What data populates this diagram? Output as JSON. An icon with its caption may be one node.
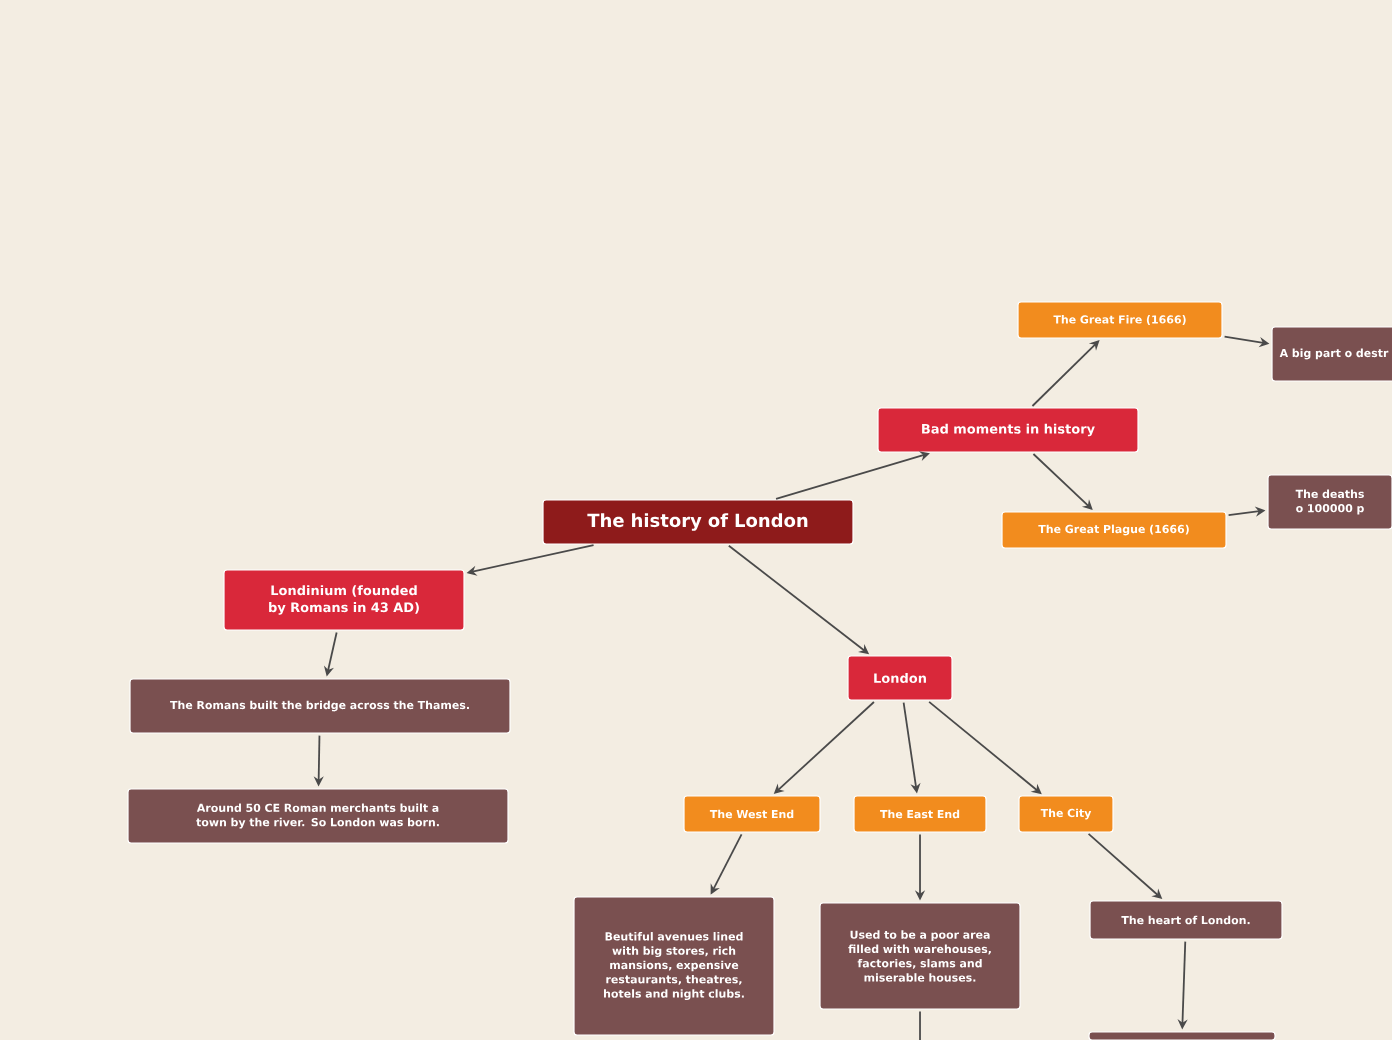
{
  "diagram": {
    "nodes": [
      {
        "text": [
          "The history of London"
        ]
      },
      {
        "text": [
          "Bad moments in history"
        ]
      },
      {
        "text": [
          "The Great Fire (1666)"
        ]
      },
      {
        "text": [
          "A big part o destr"
        ]
      },
      {
        "text": [
          "The Great Plague (1666)"
        ]
      },
      {
        "text": [
          "The deaths o 100000 p"
        ]
      },
      {
        "text": [
          "Londinium (founded by Romans in 43 AD)"
        ]
      },
      {
        "text": [
          "The Romans built the bridge across the Thames."
        ]
      },
      {
        "text": [
          "Around 50 CE Roman merchants built a town by the river. So London was born."
        ]
      },
      {
        "text": [
          "London"
        ]
      },
      {
        "text": [
          "The West End"
        ]
      },
      {
        "text": [
          "The East End"
        ]
      },
      {
        "text": [
          "The City"
        ]
      },
      {
        "text": [
          "Beutiful avenues lined with big stores, rich mansions, expensive restaurants, theatres, hotels and night clubs."
        ]
      },
      {
        "text": [
          "Used to be a poor area filled with warehouses, factories, slams and miserable houses."
        ]
      },
      {
        "text": [
          "The heart of London."
        ]
      },
      {
        "text": [],
        "shape": "box"
      }
    ],
    "edges": [
      {
        "from": 0,
        "to": 1,
        "arrow": "to"
      },
      {
        "from": 1,
        "to": 2,
        "arrow": "to"
      },
      {
        "from": 2,
        "to": 3,
        "arrow": "to"
      },
      {
        "from": 1,
        "to": 4,
        "arrow": "to"
      },
      {
        "from": 4,
        "to": 5,
        "arrow": "to"
      },
      {
        "from": 0,
        "to": 6,
        "arrow": "to"
      },
      {
        "from": 6,
        "to": 7,
        "arrow": "to"
      },
      {
        "from": 7,
        "to": 8,
        "arrow": "to"
      },
      {
        "from": 0,
        "to": 9,
        "arrow": "to"
      },
      {
        "from": 9,
        "to": 10,
        "arrow": "to"
      },
      {
        "from": 9,
        "to": 11,
        "arrow": "to"
      },
      {
        "from": 9,
        "to": 12,
        "arrow": "to"
      },
      {
        "from": 10,
        "to": 13,
        "arrow": "to"
      },
      {
        "from": 11,
        "to": 14,
        "arrow": "to"
      },
      {
        "from": 12,
        "to": 15,
        "arrow": "to"
      },
      {
        "from": 15,
        "to": 16,
        "arrow": "to"
      },
      {
        "from": 14,
        "to": null,
        "arrow": "none"
      }
    ]
  }
}
